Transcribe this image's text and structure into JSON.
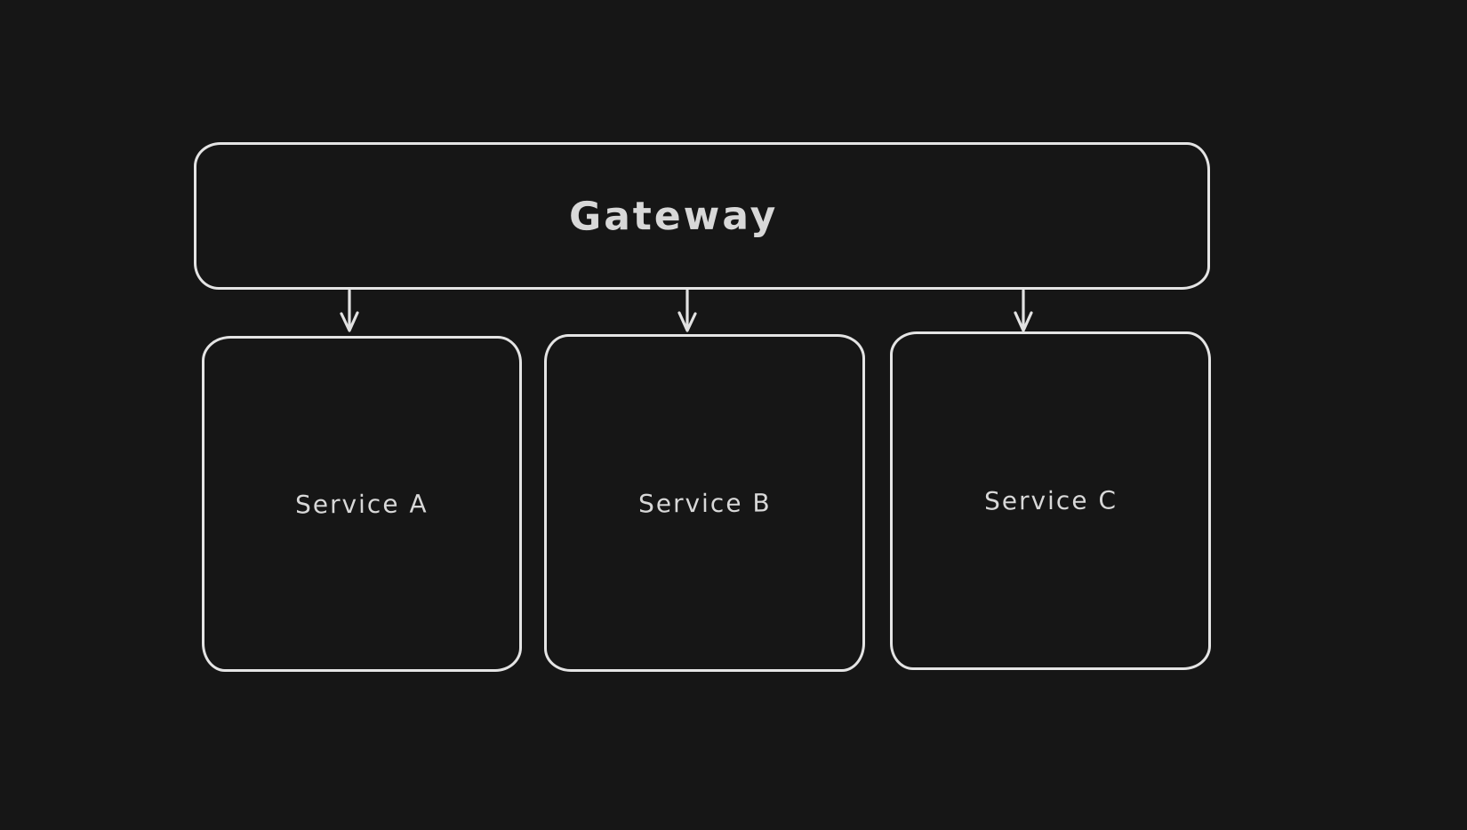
{
  "canvas": {
    "background_color": "#161616",
    "stroke_color": "#e4e4e4",
    "text_color": "#d8d8d8",
    "style": "hand-drawn whiteboard (excalidraw-like), dark mode"
  },
  "diagram": {
    "nodes": {
      "gateway": {
        "label": "Gateway",
        "shape": "rounded-rectangle"
      },
      "service_a": {
        "label": "Service A",
        "shape": "rounded-rectangle"
      },
      "service_b": {
        "label": "Service B",
        "shape": "rounded-rectangle"
      },
      "service_c": {
        "label": "Service C",
        "shape": "rounded-rectangle"
      }
    },
    "edges": [
      {
        "from": "gateway",
        "to": "service_a",
        "type": "arrow-down"
      },
      {
        "from": "gateway",
        "to": "service_b",
        "type": "arrow-down"
      },
      {
        "from": "gateway",
        "to": "service_c",
        "type": "arrow-down"
      }
    ]
  }
}
